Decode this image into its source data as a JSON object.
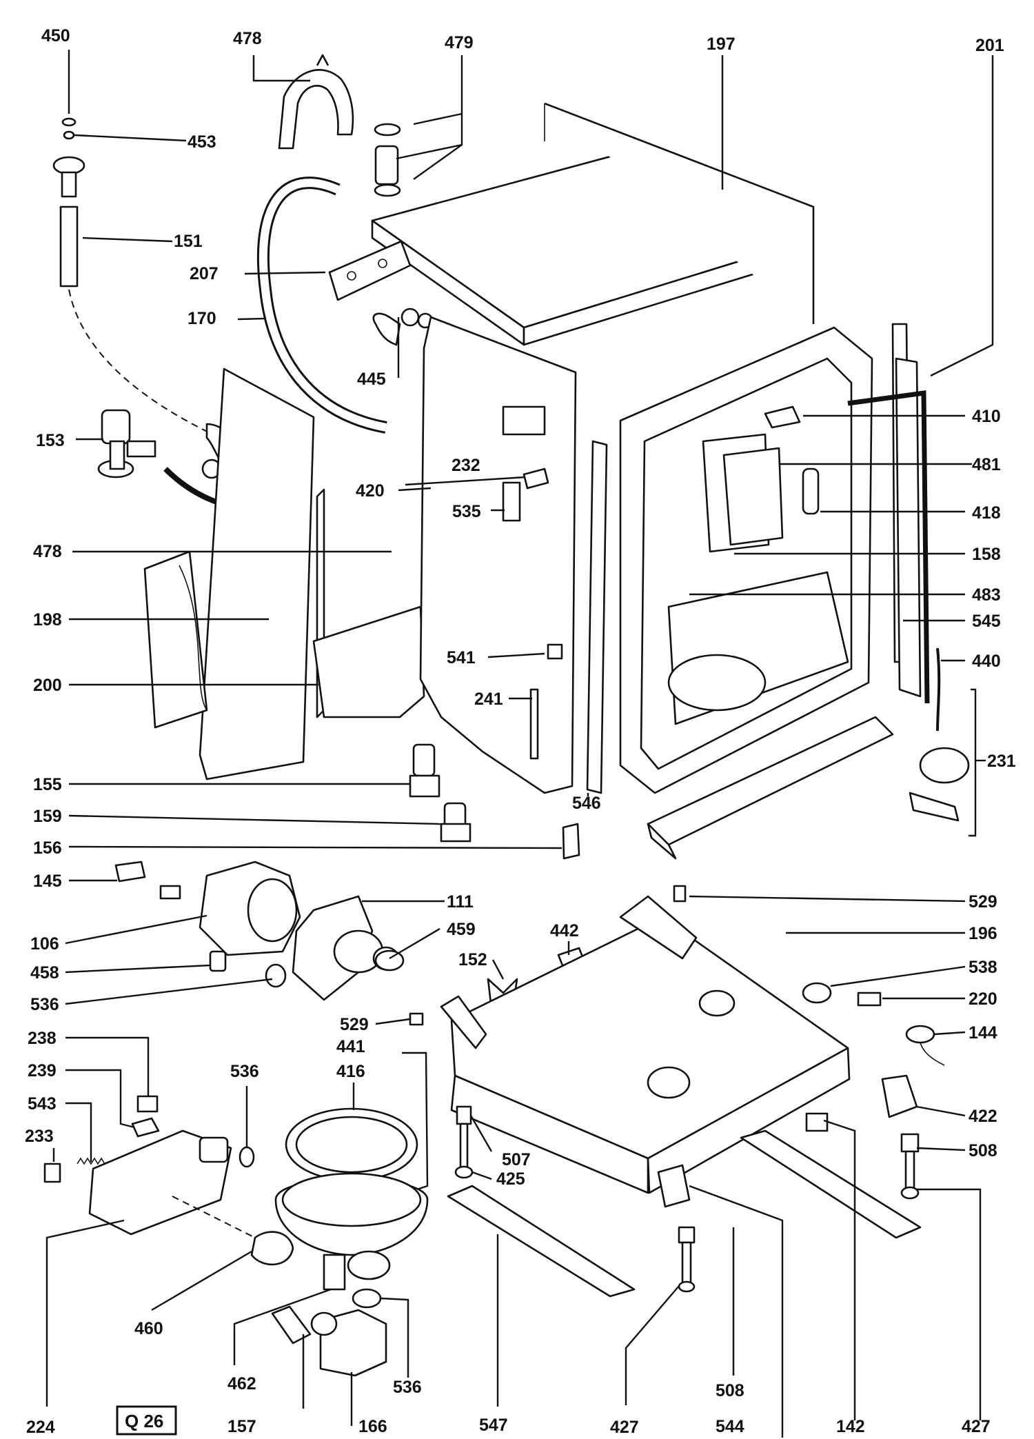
{
  "diagram_code": "Q 26",
  "labels": {
    "l450": "450",
    "l478a": "478",
    "l479": "479",
    "l197": "197",
    "l201": "201",
    "l453": "453",
    "l151": "151",
    "l207": "207",
    "l170": "170",
    "l445": "445",
    "l153": "153",
    "l232": "232",
    "l420": "420",
    "l535": "535",
    "l478b": "478",
    "l198": "198",
    "l541": "541",
    "l200": "200",
    "l241": "241",
    "l155": "155",
    "l546": "546",
    "l159": "159",
    "l156": "156",
    "l410": "410",
    "l481": "481",
    "l418": "418",
    "l158": "158",
    "l483": "483",
    "l545": "545",
    "l440": "440",
    "l231": "231",
    "l145": "145",
    "l111": "111",
    "l459": "459",
    "l106": "106",
    "l458": "458",
    "l536a": "536",
    "l152": "152",
    "l442": "442",
    "l529a": "529",
    "l196": "196",
    "l538": "538",
    "l220": "220",
    "l144": "144",
    "l529b": "529",
    "l441": "441",
    "l416": "416",
    "l238": "238",
    "l239": "239",
    "l543": "543",
    "l233": "233",
    "l536b": "536",
    "l507": "507",
    "l425": "425",
    "l422": "422",
    "l508a": "508",
    "l460": "460",
    "l462": "462",
    "l536c": "536",
    "l224": "224",
    "l157": "157",
    "l166": "166",
    "l547": "547",
    "l427a": "427",
    "l508b": "508",
    "l544": "544",
    "l142": "142",
    "l427b": "427"
  }
}
